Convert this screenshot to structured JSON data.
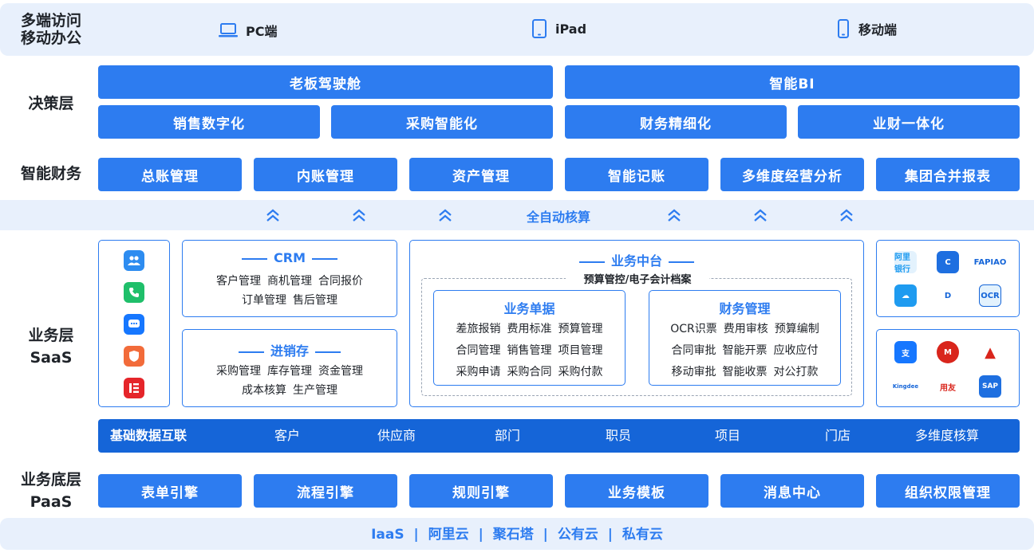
{
  "access": {
    "label": "多端访问\n移动办公",
    "devices": [
      {
        "label": "PC端",
        "icon": "laptop-icon"
      },
      {
        "label": "iPad",
        "icon": "tablet-icon"
      },
      {
        "label": "移动端",
        "icon": "phone-icon"
      }
    ]
  },
  "decision": {
    "label": "决策层",
    "row1": [
      "老板驾驶舱",
      "智能BI"
    ],
    "row2": [
      "销售数字化",
      "采购智能化",
      "财务精细化",
      "业财一体化"
    ]
  },
  "finance": {
    "label": "智能财务",
    "items": [
      "总账管理",
      "内账管理",
      "资产管理",
      "智能记账",
      "多维度经营分析",
      "集团合并报表"
    ]
  },
  "auto": {
    "label": "全自动核算"
  },
  "saas": {
    "label_line1": "业务层",
    "label_line2": "SaaS",
    "app_icons": [
      "contacts-icon",
      "phone-call-icon",
      "chat-icon",
      "shield-icon",
      "elementor-icon"
    ],
    "crm": {
      "title": "CRM",
      "line1": [
        "客户管理",
        "商机管理",
        "合同报价"
      ],
      "line2": [
        "订单管理",
        "售后管理"
      ]
    },
    "jxc": {
      "title": "进销存",
      "line1": [
        "采购管理",
        "库存管理",
        "资金管理"
      ],
      "line2": [
        "成本核算",
        "生产管理"
      ]
    },
    "middle": {
      "title": "业务中台",
      "subtitle": "预算管控/电子会计档案",
      "docs": {
        "title": "业务单据",
        "rows": [
          [
            "差旅报销",
            "费用标准",
            "预算管理"
          ],
          [
            "合同管理",
            "销售管理",
            "项目管理"
          ],
          [
            "采购申请",
            "采购合同",
            "采购付款"
          ]
        ]
      },
      "fin": {
        "title": "财务管理",
        "rows": [
          [
            "OCR识票",
            "费用审核",
            "预算编制"
          ],
          [
            "合同审批",
            "智能开票",
            "应收应付"
          ],
          [
            "移动审批",
            "智能收票",
            "对公打款"
          ]
        ]
      }
    },
    "logos_top": [
      {
        "name": "bank-logo",
        "text": "阿里银行",
        "color": "#1e9bf0",
        "bg": "#e3f2fd"
      },
      {
        "name": "swirl-logo",
        "text": "C",
        "color": "#ffffff",
        "bg": "#1e6fe0"
      },
      {
        "name": "fapiao-logo",
        "text": "FAPIAO",
        "color": "#1565d8",
        "bg": "#ffffff"
      },
      {
        "name": "cloud-logo",
        "text": "☁",
        "color": "#ffffff",
        "bg": "#1e9bf0"
      },
      {
        "name": "didi-logo",
        "text": "D",
        "color": "#1565d8",
        "bg": "#ffffff"
      },
      {
        "name": "ocr-logo",
        "text": "OCR",
        "color": "#1565d8",
        "bg": "#e3f2fd"
      }
    ],
    "logos_bottom": [
      {
        "name": "alipay-logo",
        "text": "支",
        "color": "#ffffff",
        "bg": "#1677ff"
      },
      {
        "name": "cmb-logo",
        "text": "M",
        "color": "#ffffff",
        "bg": "#d9251c"
      },
      {
        "name": "triangle-logo",
        "text": "▲",
        "color": "#d9251c",
        "bg": "#ffffff"
      },
      {
        "name": "kingdee-logo",
        "text": "Kingdee",
        "color": "#1565d8",
        "bg": "#ffffff"
      },
      {
        "name": "yonyou-logo",
        "text": "用友",
        "color": "#d9251c",
        "bg": "#ffffff"
      },
      {
        "name": "sap-logo",
        "text": "SAP",
        "color": "#ffffff",
        "bg": "#1e6fe0"
      }
    ]
  },
  "basedata": {
    "title": "基础数据互联",
    "items": [
      "客户",
      "供应商",
      "部门",
      "职员",
      "项目",
      "门店",
      "多维度核算"
    ]
  },
  "paas": {
    "label_line1": "业务底层",
    "label_line2": "PaaS",
    "items": [
      "表单引擎",
      "流程引擎",
      "规则引擎",
      "业务模板",
      "消息中心",
      "组织权限管理"
    ]
  },
  "infra": {
    "items": [
      "IaaS",
      "阿里云",
      "聚石塔",
      "公有云",
      "私有云"
    ],
    "separator": "|"
  },
  "colors": {
    "primary": "#2d7cf0",
    "dark": "#1565d8",
    "band": "#e8f0fc"
  }
}
